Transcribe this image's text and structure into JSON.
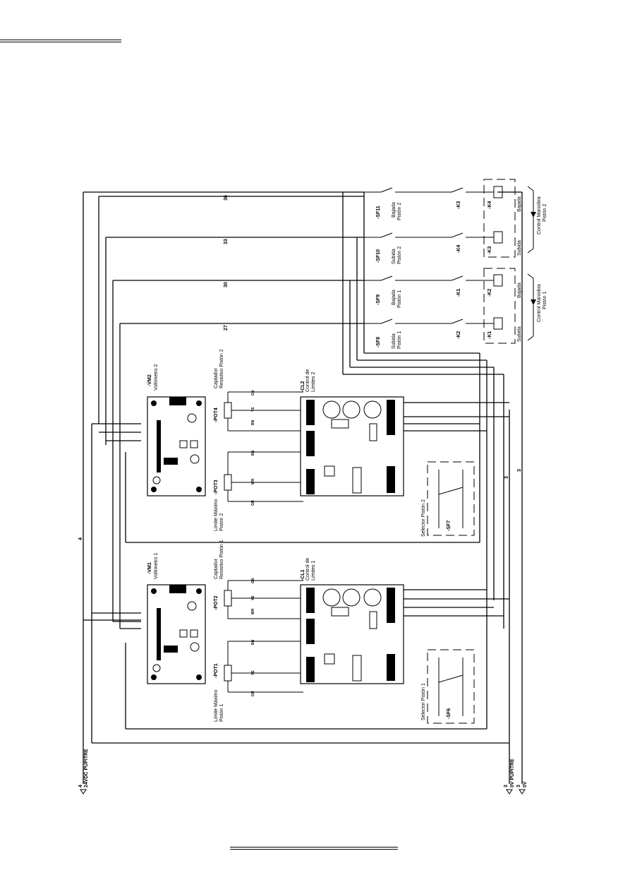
{
  "page": {
    "header_rule": "header-rule",
    "footer_rule": "footer-rule"
  },
  "supply": {
    "plus24_num": "4",
    "plus24": "24VDC PUPITRE",
    "zero_a_num": "3",
    "zero_a": "0V PUPITRE",
    "zero_b_num": "3",
    "zero_b": "0V",
    "line4": "4",
    "line3a": "3",
    "line3b": "3"
  },
  "wires": {
    "w36": "36",
    "w33": "33",
    "w30": "30",
    "w27": "27"
  },
  "voltmeters": [
    {
      "tag": "-VM2",
      "name": "Voltímetro 2"
    },
    {
      "tag": "-VM1",
      "name": "Voltímetro 1"
    }
  ],
  "sensors": [
    {
      "tag": "-POT4",
      "desc1": "Captador",
      "desc2": "Resistivo Pistón 2"
    },
    {
      "tag": "-POT3",
      "desc1": "Límite Máximo",
      "desc2": "Pistón 2"
    },
    {
      "tag": "-POT2",
      "desc1": "Captador",
      "desc2": "Resistivo Pistón 1"
    },
    {
      "tag": "-POT1",
      "desc1": "Límite Máximo",
      "desc2": "Pistón 1"
    }
  ],
  "controllers": [
    {
      "tag": "-CL2",
      "desc1": "Control de",
      "desc2": "Límites 2"
    },
    {
      "tag": "-CL1",
      "desc1": "Control de",
      "desc2": "Límites 1"
    }
  ],
  "selectors": [
    {
      "tag": "-SF7",
      "desc": "Selector Pistón 2"
    },
    {
      "tag": "-SF6",
      "desc": "Selector Pistón 1"
    }
  ],
  "pushbuttons": [
    {
      "tag": "-SF11",
      "desc1": "Bajada",
      "desc2": "Pistón 2",
      "relay": "-K4",
      "contact": "-K3",
      "coil": "-K4"
    },
    {
      "tag": "-SF10",
      "desc1": "Subida",
      "desc2": "Pistón 2",
      "relay": "-K3",
      "contact": "-K4",
      "coil": "-K3"
    },
    {
      "tag": "-SF9",
      "desc1": "Bajada",
      "desc2": "Pistón 1",
      "relay": "-K2",
      "contact": "-K1",
      "coil": "-K2"
    },
    {
      "tag": "-SF8",
      "desc1": "Subida",
      "desc2": "Pistón 1",
      "relay": "-K1",
      "contact": "-K2",
      "coil": "-K1"
    }
  ],
  "maneuver": {
    "group2_title": "Control Maniobra",
    "group2_sub": "Pistón 2",
    "group1_title": "Control Maniobra",
    "group1_sub": "Pistón 1",
    "bajada": "Bajada",
    "subida": "Subida"
  },
  "wire_colors": {
    "gn": "GN",
    "ye": "YE",
    "bn": "BN",
    "wh": "WH"
  }
}
